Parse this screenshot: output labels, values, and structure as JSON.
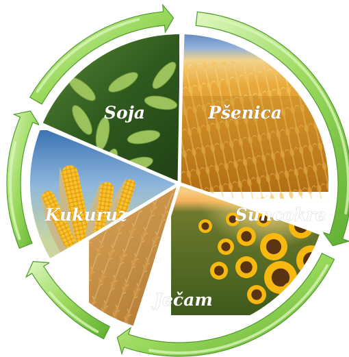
{
  "diagram": {
    "segments": [
      {
        "id": "psenica",
        "label": "Pšenica",
        "theme": "wheat-field"
      },
      {
        "id": "suncokret",
        "label": "Suncokre",
        "theme": "sunflower-field"
      },
      {
        "id": "jecam",
        "label": "Ječam",
        "theme": "barley-ears"
      },
      {
        "id": "kukuruz",
        "label": "Kukuruz",
        "theme": "corn-cobs"
      },
      {
        "id": "soja",
        "label": "Soja",
        "theme": "soybean-pods"
      }
    ],
    "cycle_arrows": {
      "count": 5,
      "direction": "clockwise",
      "color": "#8fd14f"
    },
    "colors": {
      "arrow_fill": "#8fd14f",
      "arrow_highlight": "#d8f5b6",
      "arrow_dark": "#4e9a2a",
      "wheat": "#e2a530",
      "sunflower_sky": "#f0b868",
      "sunflower_petal": "#f7b80f",
      "barley": "#c28a3c",
      "corn": "#f3b51c",
      "soy_leaf": "#3f7a2a",
      "soy_pod": "#9cc25e"
    }
  }
}
